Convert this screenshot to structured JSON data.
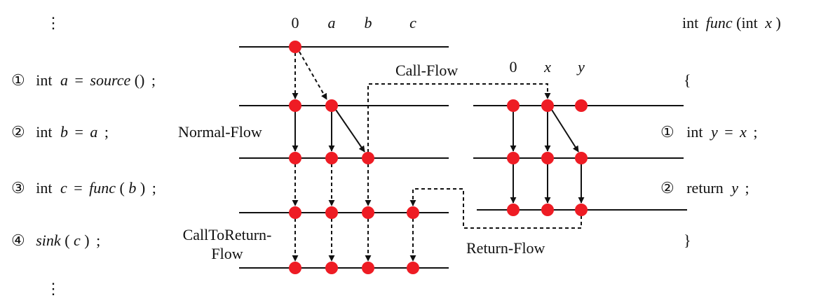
{
  "colors": {
    "node": "#ee1c24",
    "line": "#111111"
  },
  "caller": {
    "ellipsis_top": "⋮",
    "ellipsis_bottom": "⋮",
    "stmts": [
      {
        "num": "①",
        "kw": "int",
        "var": "a",
        "eq": "=",
        "fn": "source",
        "args": "()",
        "semi": ";"
      },
      {
        "num": "②",
        "kw": "int",
        "var": "b",
        "eq": "=",
        "rhs": "a",
        "semi": ";"
      },
      {
        "num": "③",
        "kw": "int",
        "var": "c",
        "eq": "=",
        "fn": "func",
        "args_open": "(",
        "arg": "b",
        "args_close": ")",
        "semi": ";"
      },
      {
        "num": "④",
        "fn": "sink",
        "args_open": "(",
        "arg": "c",
        "args_close": ")",
        "semi": ";"
      }
    ]
  },
  "caller_columns": [
    "0",
    "a",
    "b",
    "c"
  ],
  "callee_columns": [
    "0",
    "x",
    "y"
  ],
  "flows": {
    "normal": "Normal-Flow",
    "call": "Call-Flow",
    "call_to_return_1": "CallToReturn-",
    "call_to_return_2": "Flow",
    "return": "Return-Flow"
  },
  "callee": {
    "sig_kw": "int",
    "sig_fn": "func",
    "sig_open": "(int",
    "sig_param": "x",
    "sig_close": ")",
    "open_brace": "{",
    "close_brace": "}",
    "stmts": [
      {
        "num": "①",
        "kw": "int",
        "var": "y",
        "eq": "=",
        "rhs": "x",
        "semi": ";"
      },
      {
        "num": "②",
        "kw": "return",
        "var": "y",
        "semi": ";"
      }
    ]
  }
}
